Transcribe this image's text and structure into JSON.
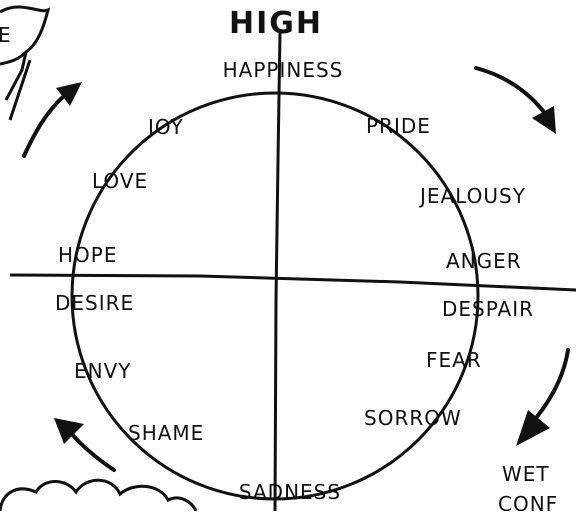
{
  "diagram": {
    "title": "HIGH",
    "emotions": {
      "top": "HAPPINESS",
      "upper_left_1": "JOY",
      "upper_left_2": "LOVE",
      "left_above_axis": "HOPE",
      "left_below_axis": "DESIRE",
      "lower_left_1": "ENVY",
      "lower_left_2": "SHAME",
      "bottom": "SADNESS",
      "upper_right_1": "PRIDE",
      "upper_right_2": "JEALOUSY",
      "right_above_axis": "ANGER",
      "right_below_axis": "DESPAIR",
      "lower_right_1": "FEAR",
      "lower_right_2": "SORROW"
    },
    "partial_labels": {
      "top_left_fragment": "E",
      "bottom_right_fragment_1": "WET",
      "bottom_right_fragment_2": "CONF"
    },
    "colors": {
      "ink": "#111111",
      "background": "#ffffff"
    },
    "icons": {
      "arrows": "curved-arrow-icon",
      "cloud": "cloud-icon",
      "speech_bubble": "speech-bubble-icon"
    }
  }
}
